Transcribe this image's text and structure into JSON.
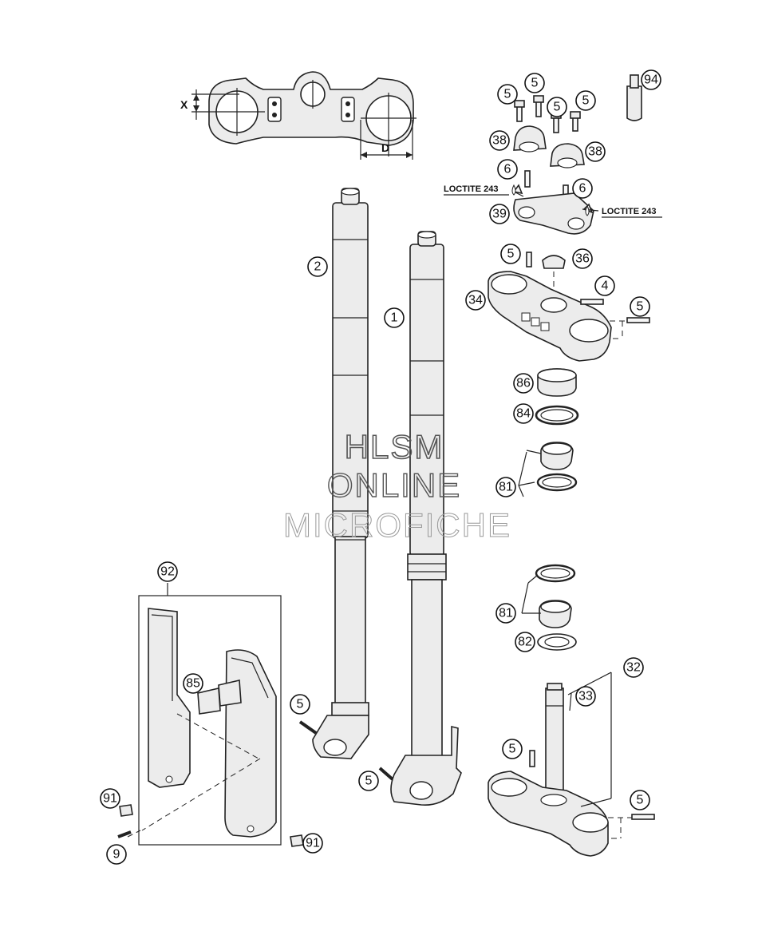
{
  "dimensions": {
    "x_label": "X",
    "d_label": "D"
  },
  "loctite": {
    "left": "LOCTITE 243",
    "right": "LOCTITE 243"
  },
  "callouts": {
    "c94": "94",
    "c5a": "5",
    "c5b": "5",
    "c5c": "5",
    "c5d": "5",
    "c38a": "38",
    "c38b": "38",
    "c6a": "6",
    "c6b": "6",
    "c39": "39",
    "c5e": "5",
    "c36": "36",
    "c4": "4",
    "c34": "34",
    "c5f": "5",
    "c86": "86",
    "c84": "84",
    "c81a": "81",
    "c81b": "81",
    "c82": "82",
    "c32": "32",
    "c33": "33",
    "c5g": "5",
    "c5h": "5",
    "c2": "2",
    "c1": "1",
    "c5i": "5",
    "c5j": "5",
    "c92": "92",
    "c85": "85",
    "c91a": "91",
    "c91b": "91",
    "c9": "9"
  },
  "watermark": {
    "line1": "HLSM",
    "line2": "ONLINE",
    "line3": "MICROFICHE"
  }
}
